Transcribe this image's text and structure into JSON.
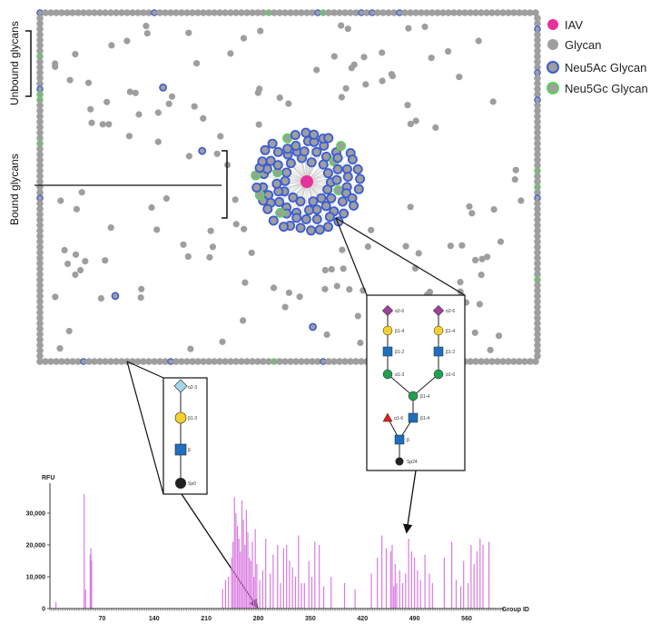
{
  "legend": {
    "items": [
      {
        "label": "IAV",
        "fill": "#e8309a",
        "stroke": "#e8309a"
      },
      {
        "label": "Glycan",
        "fill": "#9e9e9e",
        "stroke": "#9e9e9e"
      },
      {
        "label": "Neu5Ac Glycan",
        "fill": "#9e9e9e",
        "stroke": "#3a5bd6"
      },
      {
        "label": "Neu5Gc Glycan",
        "fill": "#9e9e9e",
        "stroke": "#5ad35a"
      }
    ]
  },
  "side_labels": {
    "unbound": "Unbound glycans",
    "bound": "Bound glycans"
  },
  "inset_left": {
    "labels": [
      "α2-3",
      "β1-3",
      "β",
      "Sp0"
    ]
  },
  "inset_right": {
    "labels": {
      "top_left": "α2-6",
      "top_right": "α2-6",
      "b14_left": "β1-4",
      "b14_right": "β1-4",
      "b12_left": "β1-2",
      "b12_right": "β1-2",
      "a13": "α1-3",
      "a16_right": "α1-6",
      "b14_core": "β1-4",
      "a16_fuc": "α1-6",
      "b14_low": "β1-4",
      "beta": "β",
      "sp": "Sp24"
    }
  },
  "colors": {
    "iav": "#e8309a",
    "glycan": "#9e9e9e",
    "neu5ac": "#3a5bd6",
    "neu5gc": "#5ad35a",
    "bar": "#d97be0",
    "edge": "#c8c8c8"
  },
  "chart_data": {
    "type": "bar",
    "ylabel": "RFU",
    "xlabel": "Group ID",
    "ylim": [
      0,
      40000
    ],
    "xlim": [
      0,
      610
    ],
    "yticks": [
      "0",
      "10,000",
      "20,000",
      "30,000"
    ],
    "ytick_values": [
      0,
      10000,
      20000,
      30000
    ],
    "xticks": [
      "70",
      "140",
      "210",
      "280",
      "350",
      "420",
      "490",
      "560"
    ],
    "xtick_values": [
      70,
      140,
      210,
      280,
      350,
      420,
      490,
      560
    ],
    "x": [
      8,
      46,
      48,
      54,
      55,
      56,
      232,
      236,
      240,
      244,
      246,
      248,
      250,
      252,
      254,
      256,
      258,
      260,
      262,
      264,
      266,
      268,
      270,
      272,
      274,
      276,
      278,
      282,
      286,
      290,
      296,
      300,
      306,
      310,
      314,
      318,
      322,
      326,
      330,
      334,
      338,
      342,
      348,
      352,
      356,
      362,
      368,
      378,
      396,
      410,
      432,
      440,
      446,
      452,
      458,
      460,
      462,
      464,
      466,
      470,
      474,
      478,
      482,
      486,
      490,
      494,
      498,
      504,
      510,
      514,
      530,
      540,
      546,
      552,
      556,
      562,
      566,
      570,
      574,
      578,
      582,
      590
    ],
    "values": [
      2000,
      36000,
      6000,
      17000,
      19000,
      15000,
      6000,
      9000,
      10000,
      16000,
      21000,
      35000,
      30000,
      26000,
      22000,
      18000,
      34000,
      28000,
      20000,
      31000,
      24000,
      16000,
      15000,
      21000,
      10000,
      25000,
      14000,
      9000,
      12000,
      22000,
      11000,
      17000,
      20000,
      8000,
      19000,
      20000,
      15000,
      13000,
      10000,
      23000,
      8000,
      8000,
      15000,
      10000,
      21000,
      20000,
      7000,
      10000,
      8000,
      6000,
      11000,
      16000,
      23000,
      19000,
      18000,
      20000,
      7000,
      14000,
      8000,
      12000,
      8000,
      11000,
      22000,
      18000,
      16000,
      12000,
      9000,
      17000,
      11000,
      8000,
      16000,
      21000,
      9000,
      7000,
      15000,
      8000,
      20000,
      14000,
      18000,
      22000,
      20000,
      21000
    ]
  }
}
